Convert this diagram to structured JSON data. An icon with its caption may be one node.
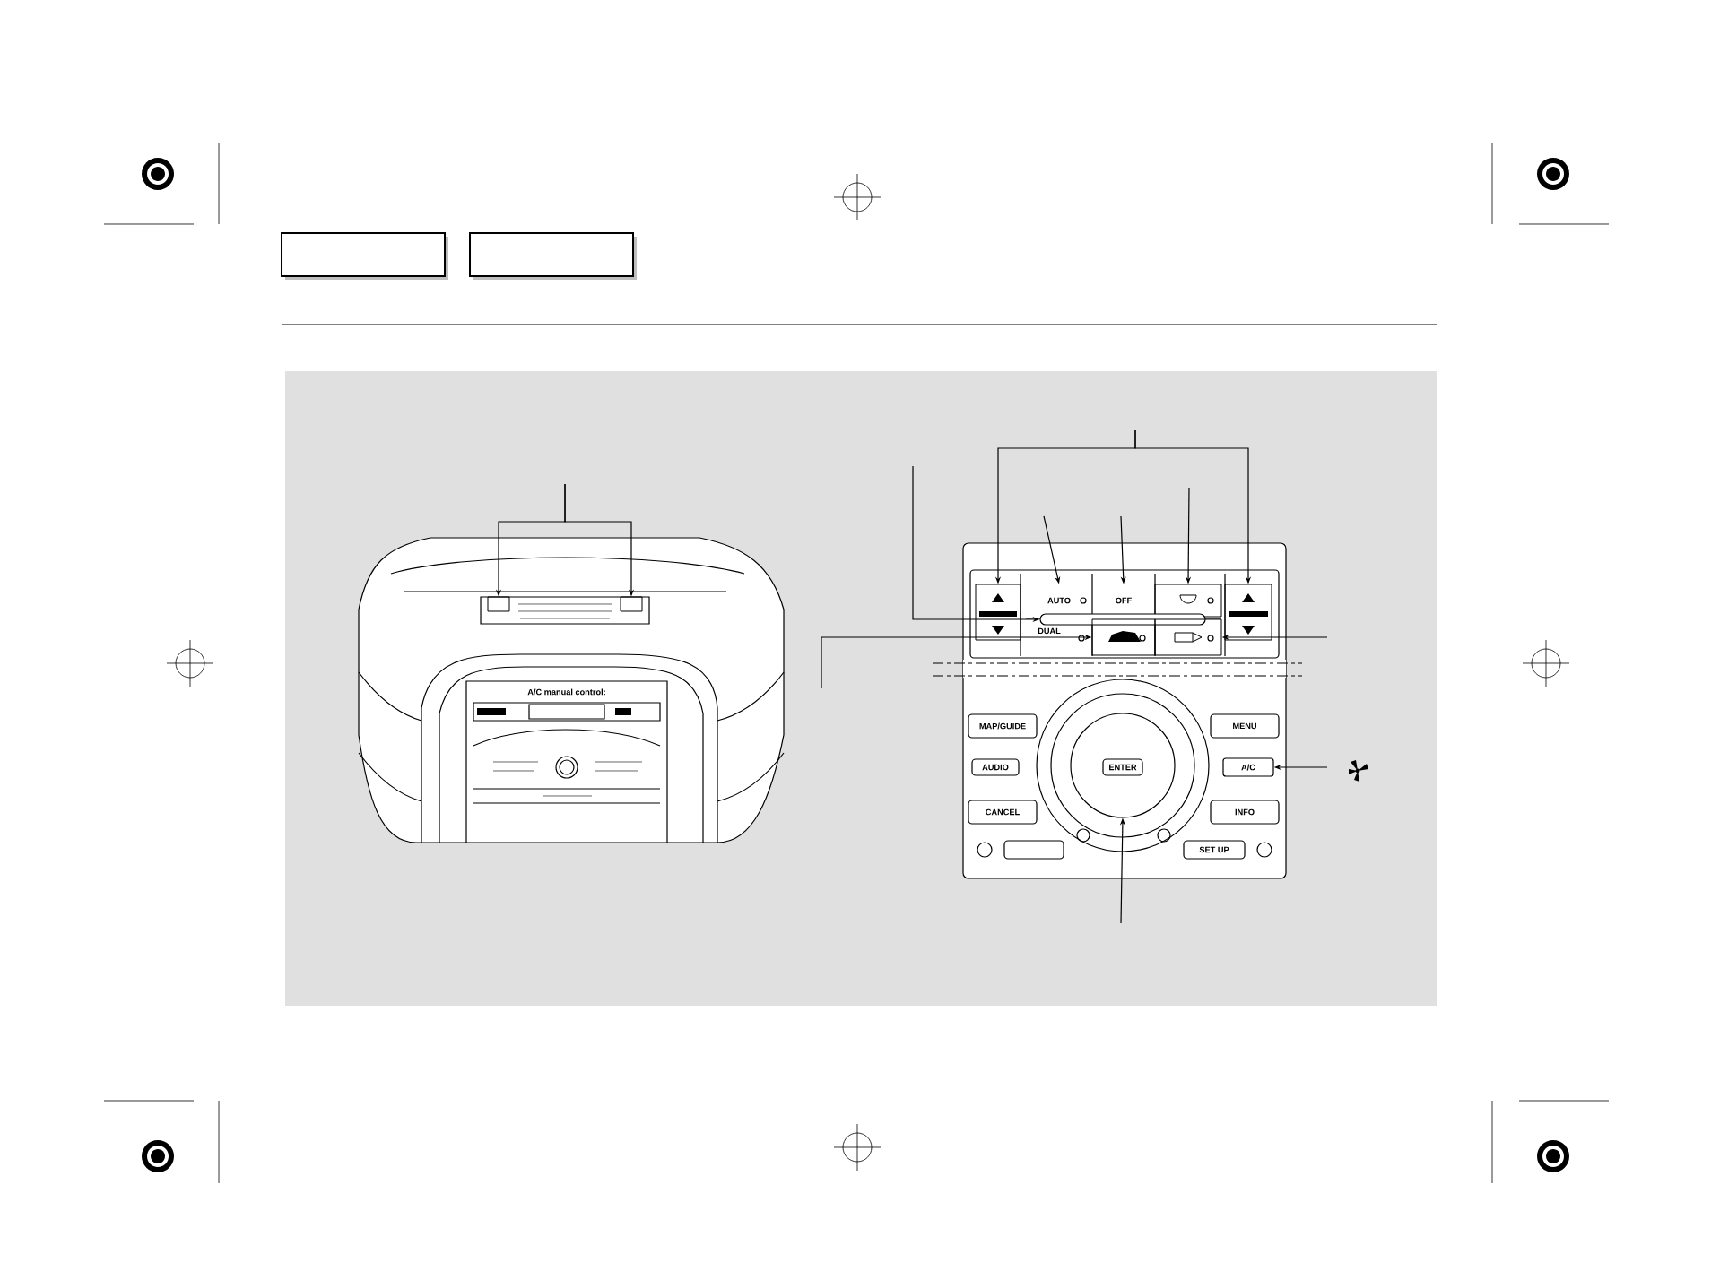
{
  "diagram": {
    "nodes": [
      {
        "text": [],
        "shape": "box"
      },
      {
        "text": [],
        "shape": "box"
      },
      {
        "text": [],
        "shape": "box"
      },
      {
        "text": [],
        "shape": "box"
      },
      {
        "text": [
          "AUTO"
        ]
      },
      {
        "text": [
          "OFF"
        ]
      },
      {
        "text": [],
        "shape": "box"
      },
      {
        "text": [],
        "shape": "bar"
      },
      {
        "text": [],
        "shape": "box"
      },
      {
        "text": [],
        "shape": "box"
      },
      {
        "text": [
          "A/C"
        ]
      },
      {
        "text": [],
        "shape": "circle"
      }
    ],
    "edges": [
      {
        "from": null,
        "to": 0,
        "arrow": "to"
      },
      {
        "from": null,
        "to": 1,
        "arrow": "to"
      },
      {
        "from": null,
        "to": 2,
        "arrow": "to"
      },
      {
        "from": null,
        "to": 3,
        "arrow": "to"
      },
      {
        "from": null,
        "to": 4,
        "arrow": "to"
      },
      {
        "from": null,
        "to": 5,
        "arrow": "to"
      },
      {
        "from": null,
        "to": 6,
        "arrow": "to"
      },
      {
        "from": null,
        "to": 7,
        "arrow": "to"
      },
      {
        "from": null,
        "to": 8,
        "arrow": "to"
      },
      {
        "from": null,
        "to": 9,
        "arrow": "to"
      },
      {
        "from": null,
        "to": 10,
        "arrow": "to"
      },
      {
        "from": null,
        "to": 11,
        "arrow": "to"
      }
    ],
    "labels": [
      "A/C manual control:",
      "DUAL",
      "MAP/GUIDE",
      "AUDIO",
      "ENTER",
      "CANCEL",
      "MENU",
      "INFO",
      "SET UP"
    ]
  }
}
